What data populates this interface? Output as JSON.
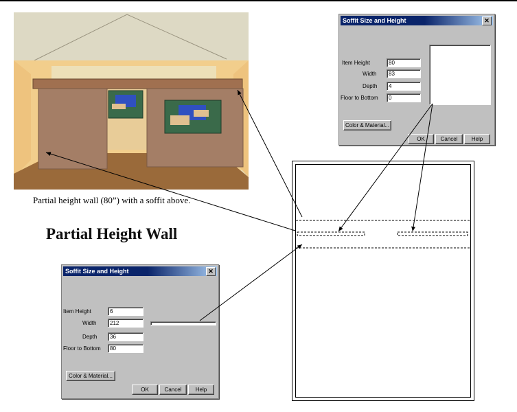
{
  "caption": "Partial height wall (80”) with a soffit above.",
  "heading": "Partial Height Wall",
  "dialog_top": {
    "title": "Soffit Size and Height",
    "close": "✕",
    "fields": [
      {
        "label": "Item  Height",
        "value": "80"
      },
      {
        "label": "Width",
        "value": "83"
      },
      {
        "label": "Depth",
        "value": "4"
      },
      {
        "label": "Floor to Bottom",
        "value": "0"
      }
    ],
    "color_button": "Color & Material...",
    "ok": "OK",
    "cancel": "Cancel",
    "help": "Help"
  },
  "dialog_bottom": {
    "title": "Soffit Size and Height",
    "close": "✕",
    "fields": [
      {
        "label": "Item  Height",
        "value": "6"
      },
      {
        "label": "Width",
        "value": "212"
      },
      {
        "label": "Depth",
        "value": "36"
      },
      {
        "label": "Floor to Bottom",
        "value": "80"
      }
    ],
    "color_button": "Color & Material...",
    "ok": "OK",
    "cancel": "Cancel",
    "help": "Help"
  }
}
